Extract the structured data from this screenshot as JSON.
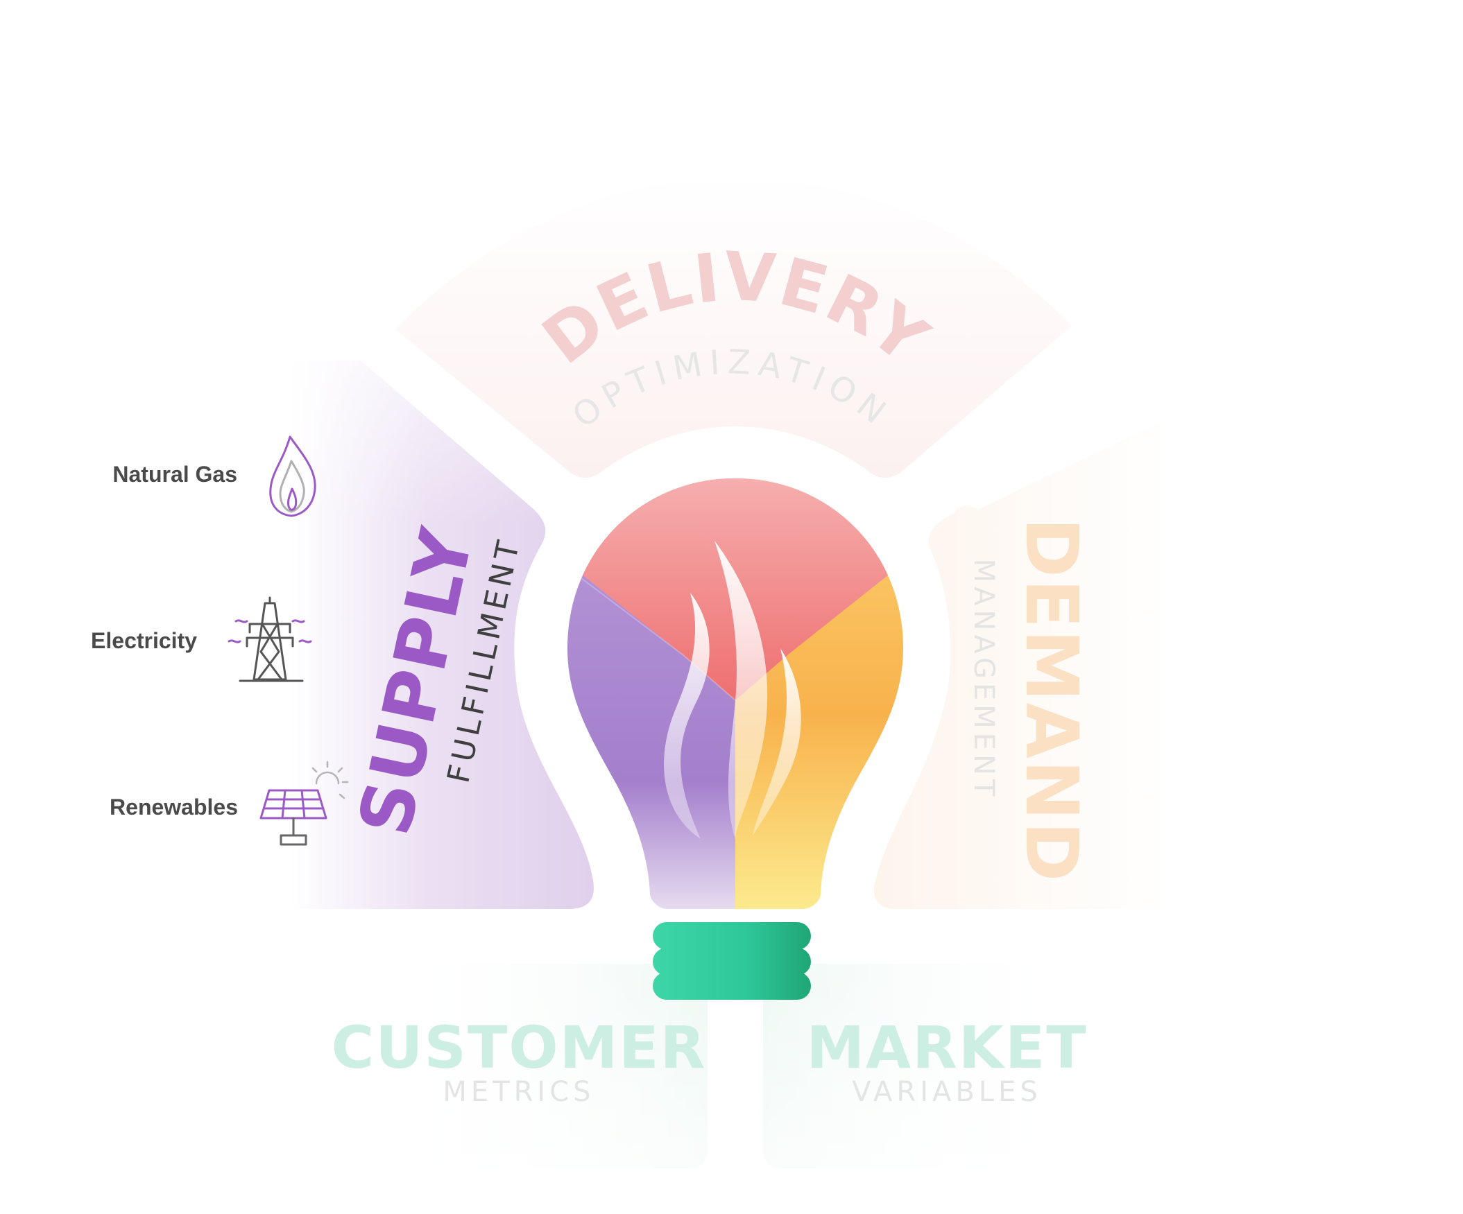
{
  "sources": [
    {
      "label": "Natural Gas",
      "icon": "flame-icon"
    },
    {
      "label": "Electricity",
      "icon": "transmission-tower-icon"
    },
    {
      "label": "Renewables",
      "icon": "solar-panel-icon"
    }
  ],
  "segments": {
    "supply": {
      "title": "SUPPLY",
      "subtitle": "FULFILLMENT",
      "color": "#9b59c6"
    },
    "delivery": {
      "title": "DELIVERY",
      "subtitle": "OPTIMIZATION",
      "color": "#f2b8b8"
    },
    "demand": {
      "title": "DEMAND",
      "subtitle": "MANAGEMENT",
      "color": "#fbd9b0"
    },
    "customer": {
      "title": "CUSTOMER",
      "subtitle": "METRICS",
      "color": "#bfe9dc"
    },
    "market": {
      "title": "MARKET",
      "subtitle": "VARIABLES",
      "color": "#bfe9dc"
    }
  },
  "bulb": {
    "top_color": "#ef7474",
    "left_color": "#a57fcd",
    "right_color": "#f8b24c",
    "base_color": "#2fcf9f"
  }
}
